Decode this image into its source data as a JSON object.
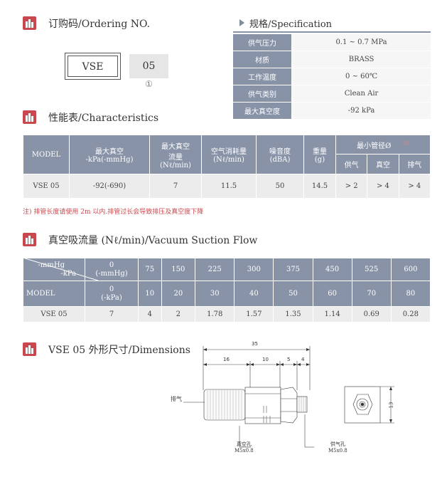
{
  "ordering": {
    "title": "订购码/Ordering NO.",
    "code_model": "VSE",
    "code_size": "05",
    "code_marker": "①"
  },
  "spec": {
    "title": "规格/Specification",
    "rows": [
      {
        "key": "供气压力",
        "value": "0.1 ~ 0.7 MPa"
      },
      {
        "key": "材质",
        "value": "BRASS"
      },
      {
        "key": "工作温度",
        "value": "0 ~ 60℃"
      },
      {
        "key": "供气类别",
        "value": "Clean Air"
      },
      {
        "key": "最大真空度",
        "value": "-92 kPa"
      }
    ]
  },
  "characteristics": {
    "title": "性能表/Characteristics",
    "headers": {
      "model": "MODEL",
      "max_vacuum": "最大真空\n-kPa(-mmHg)",
      "max_vacuum_flow": "最大真空\n流量\n(Nℓ/min)",
      "air_consumption": "空气消耗量\n(Nℓ/min)",
      "noise": "噪音度\n(dBA)",
      "weight": "重量\n(g)",
      "min_tube": "最小管径Ø",
      "min_tube_note": "注)",
      "supply": "供气",
      "vacuum": "真空",
      "exhaust": "排气"
    },
    "row": {
      "model": "VSE 05",
      "max_vacuum": "-92(-690)",
      "max_vacuum_flow": "7",
      "air_consumption": "11.5",
      "noise": "50",
      "weight": "14.5",
      "supply": "> 2",
      "vacuum": "> 4",
      "exhaust": "> 4"
    },
    "note": "注) 排管长度请使用 2m 以内.排管过长会导致排压及真空度下降"
  },
  "flow": {
    "title": "真空吸流量  (Nℓ/min)/Vacuum Suction Flow",
    "corner_top_1": "-mmHg",
    "corner_top_2": "-kPa",
    "corner_bottom": "MODEL",
    "mmhg_head": "0\n(-mmHg)",
    "kpa_head": "0\n(-kPa)",
    "mmhg": [
      "75",
      "150",
      "225",
      "300",
      "375",
      "450",
      "525",
      "600"
    ],
    "kpa": [
      "10",
      "20",
      "30",
      "40",
      "50",
      "60",
      "70",
      "80"
    ],
    "row_model": "VSE 05",
    "row_values": [
      "7",
      "4",
      "2",
      "1.78",
      "1.57",
      "1.35",
      "1.14",
      "0.69",
      "0.28"
    ]
  },
  "dimensions": {
    "title": "VSE 05 外形尺寸/Dimensions",
    "total": "35",
    "d16": "16",
    "d10": "10",
    "d5": "5",
    "d4": "4",
    "height": "13",
    "exhaust_label": "排气",
    "vacuum_port": "真空孔",
    "vacuum_thread": "M5x0.8",
    "supply_port": "供气孔",
    "supply_thread": "M5x0.8"
  }
}
